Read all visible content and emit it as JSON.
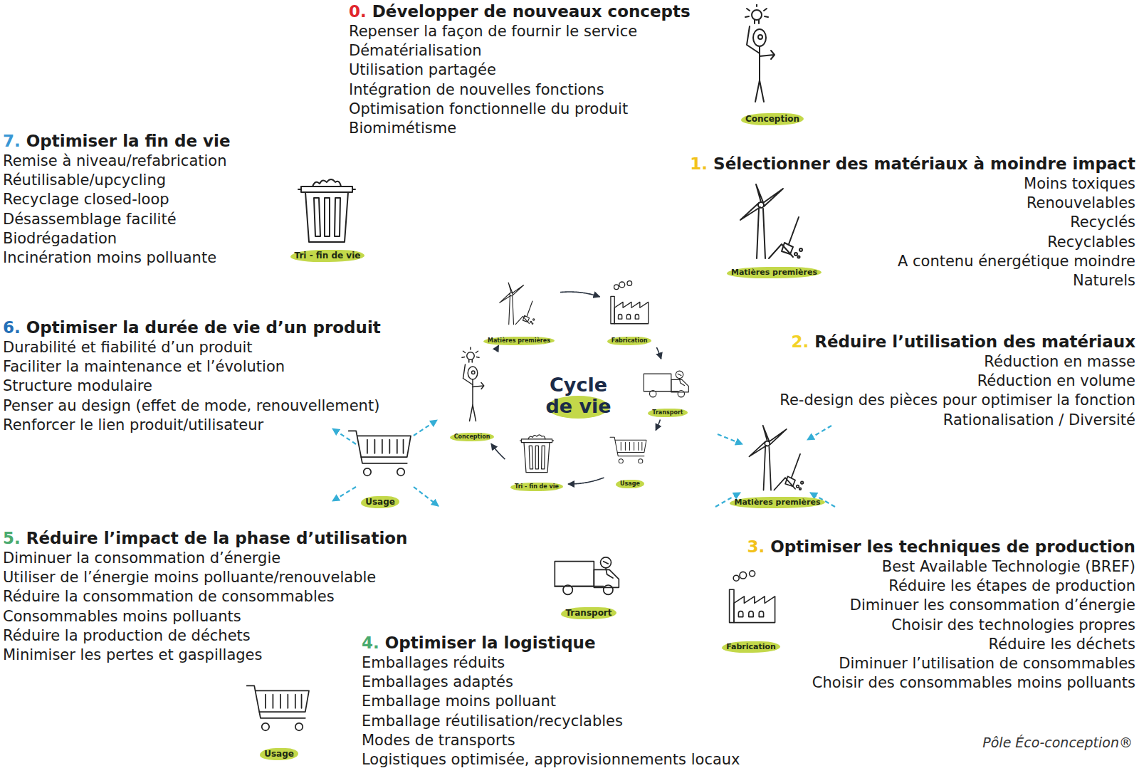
{
  "diagram": {
    "nodes": [
      {
        "text": [
          "Conception"
        ]
      },
      {
        "text": [
          "Tri - fin de vie"
        ]
      },
      {
        "text": [
          "Matières premières"
        ]
      },
      {
        "text": [
          "Matières premières"
        ]
      },
      {
        "text": [
          "Fabrication"
        ]
      },
      {
        "text": [
          "Cycle de vie"
        ]
      },
      {
        "text": [
          "Transport"
        ]
      },
      {
        "text": [
          "Conception"
        ]
      },
      {
        "text": [
          "Usage"
        ]
      },
      {
        "text": [
          "Tri - fin de vie"
        ]
      },
      {
        "text": [
          "Usage"
        ]
      },
      {
        "text": [
          "Matières premières"
        ]
      },
      {
        "text": [
          "Transport"
        ]
      },
      {
        "text": [
          "Fabrication"
        ]
      },
      {
        "text": [
          "Usage"
        ]
      }
    ],
    "edges": [
      {
        "from": 3,
        "to": 4,
        "arrow": "to"
      },
      {
        "from": 4,
        "to": 6,
        "arrow": "to"
      },
      {
        "from": 6,
        "to": 8,
        "arrow": "to"
      },
      {
        "from": 8,
        "to": 9,
        "arrow": "to"
      },
      {
        "from": 9,
        "to": 7,
        "arrow": "to"
      },
      {
        "from": 7,
        "to": 3,
        "arrow": "to"
      }
    ],
    "labels": [
      "0.",
      "Développer de nouveaux concepts",
      "Repenser la façon de fournir le service",
      "Dématérialisation",
      "Utilisation partagée",
      "Intégration de nouvelles fonctions",
      "Optimisation fonctionnelle du produit",
      "Biomimétisme",
      "7.",
      "Optimiser la fin de vie",
      "Remise à niveau/refabrication",
      "Réutilisable/upcycling",
      "Recyclage closed-loop",
      "Désassemblage facilité",
      "Biodrégadation",
      "Incinération moins polluante",
      "1.",
      "Sélectionner des matériaux à moindre impact",
      "Moins toxiques",
      "Renouvelables",
      "Recyclés",
      "Recyclables",
      "A contenu énergétique moindre",
      "Naturels",
      "6.",
      "Optimiser la durée de vie d’un produit",
      "Durabilité et fiabilité d’un produit",
      "Faciliter la maintenance et l’évolution",
      "Structure modulaire",
      "Penser au design (effet de mode, renouvellement)",
      "Renforcer le lien produit/utilisateur",
      "2.",
      "Réduire l’utilisation des matériaux",
      "Réduction en masse",
      "Réduction en volume",
      "Re-design des pièces pour optimiser la fonction",
      "Rationalisation / Diversité",
      "5.",
      "Réduire l’impact de la phase d’utilisation",
      "Diminuer la consommation d’énergie",
      "Utiliser de l’énergie moins polluante/renouvelable",
      "Réduire la consommation de consommables",
      "Consommables moins polluants",
      "Réduire la production de déchets",
      "Minimiser les pertes et gaspillages",
      "3.",
      "Optimiser les techniques de production",
      "Best Available Technologie (BREF)",
      "Réduire les étapes de production",
      "Diminuer les consommation d’énergie",
      "Choisir des technologies propres",
      "Réduire les déchets",
      "Diminuer l’utilisation de consommables",
      "Choisir des consommables moins polluants",
      "4.",
      "Optimiser la logistique",
      "Emballages réduits",
      "Emballages adaptés",
      "Emballage moins polluant",
      "Emballage réutilisation/recyclables",
      "Modes de transports",
      "Logistiques optimisée, approvisionnements locaux",
      "Pôle Éco-conception®"
    ]
  }
}
